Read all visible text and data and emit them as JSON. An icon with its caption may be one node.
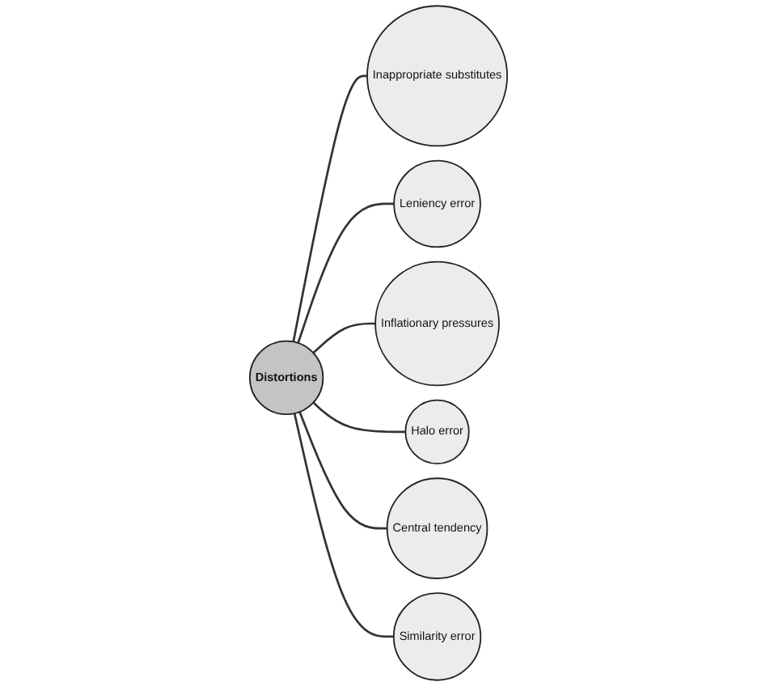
{
  "diagram": {
    "nodes": [
      {
        "text": [
          "Inappropriate substitutes"
        ]
      },
      {
        "text": [
          "Leniency error"
        ]
      },
      {
        "text": [
          "Inflationary pressures"
        ]
      },
      {
        "text": [
          "Distortions"
        ]
      },
      {
        "text": [
          "Halo error"
        ]
      },
      {
        "text": [
          "Central tendency"
        ]
      },
      {
        "text": [
          "Similarity error"
        ]
      }
    ],
    "edges": [
      {
        "from": 3,
        "to": 0,
        "arrow": "none"
      },
      {
        "from": 3,
        "to": 1,
        "arrow": "none"
      },
      {
        "from": 3,
        "to": 2,
        "arrow": "none"
      },
      {
        "from": 3,
        "to": 4,
        "arrow": "none"
      },
      {
        "from": 3,
        "to": 5,
        "arrow": "none"
      },
      {
        "from": 3,
        "to": 6,
        "arrow": "none"
      }
    ]
  }
}
